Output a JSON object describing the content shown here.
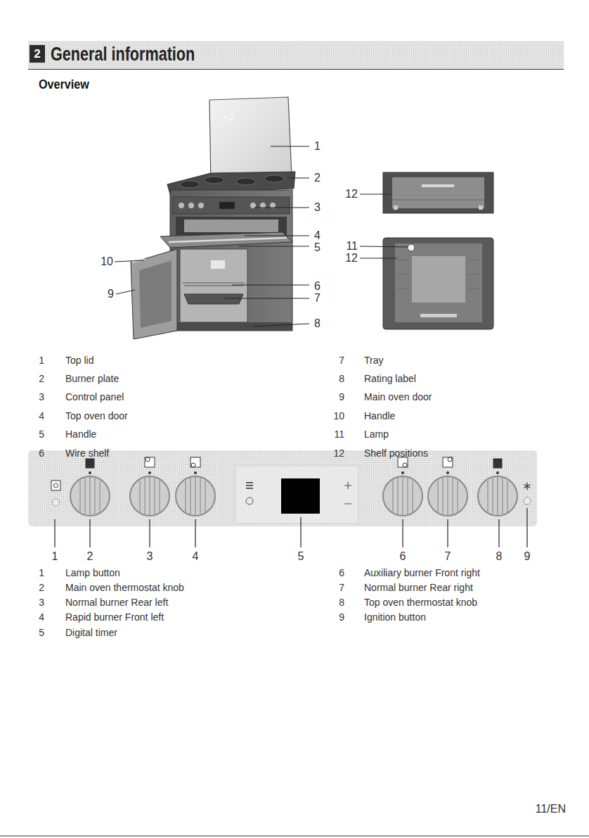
{
  "diagram": {
    "title": "General information",
    "nodes": [
      {
        "text": [
          "2"
        ]
      }
    ],
    "labels": [
      "Overview",
      "1",
      "2",
      "12",
      "3",
      "4",
      "11",
      "5",
      "12",
      "10",
      "6",
      "9",
      "7",
      "8",
      "1",
      "Top lid",
      "7",
      "Tray",
      "2",
      "Burner plate",
      "8",
      "Rating label",
      "3",
      "Control panel",
      "9",
      "Main oven door",
      "4",
      "Top oven door",
      "10",
      "Handle",
      "5",
      "Handle",
      "11",
      "Lamp",
      "6",
      "Wire shelf",
      "12",
      "Shelf positions",
      "1",
      "2",
      "3",
      "4",
      "5",
      "6",
      "7",
      "8",
      "9",
      "1",
      "Lamp button",
      "6",
      "Auxiliary burner Front right",
      "2",
      "Main oven thermostat knob",
      "7",
      "Normal burner Rear right",
      "3",
      "Normal burner Rear left",
      "8",
      "Top oven thermostat knob",
      "4",
      "Rapid burner Front left",
      "9",
      "Ignition button",
      "5",
      "Digital timer",
      "11/EN"
    ]
  }
}
